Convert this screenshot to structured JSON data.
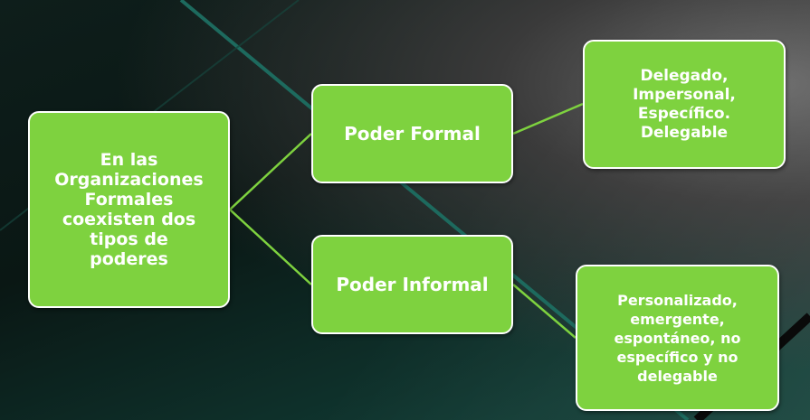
{
  "diagram": {
    "root": {
      "text": "En las\nOrganizaciones\nFormales\ncoexisten  dos\ntipos de\npoderes"
    },
    "branches": [
      {
        "label": "Poder Formal",
        "detail": "Delegado,\nImpersonal,\nEspecífico.\nDelegable"
      },
      {
        "label": "Poder Informal",
        "detail": "Personalizado,\nemergente,\nespontáneo, no\nespecífico y no\ndelegable"
      }
    ]
  },
  "colors": {
    "node_fill": "#7ed23f",
    "node_border": "#ffffff",
    "connector": "#7ed23f",
    "background": "#0b1a17"
  }
}
